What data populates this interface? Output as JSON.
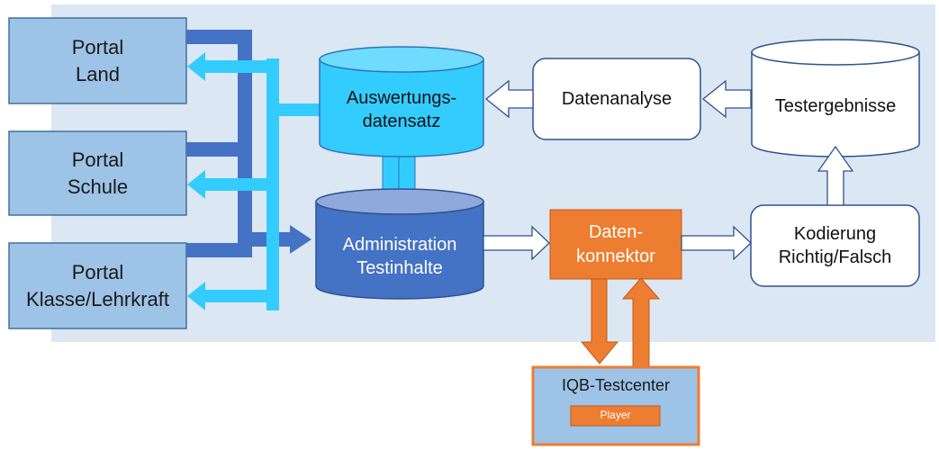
{
  "portals": [
    {
      "label": "Portal\nLand"
    },
    {
      "label": "Portal\nSchule"
    },
    {
      "label": "Portal\nKlasse/Lehrkraft"
    }
  ],
  "nodes": {
    "auswertung": "Auswertungs-\ndatensatz",
    "administration": "Administration\nTestinhalte",
    "datenanalyse": "Datenanalyse",
    "testergebnisse": "Testergebnisse",
    "datenkonnektor": "Daten-\nkonnektor",
    "kodierung": "Kodierung\nRichtig/Falsch",
    "testcenter": "IQB-Testcenter",
    "player": "Player"
  },
  "colors": {
    "panel_bg": "#dce7f4",
    "portal_fill": "#9dc3e6",
    "cyan": "#33ccff",
    "blue": "#4472c4",
    "orange": "#ed7d31"
  }
}
